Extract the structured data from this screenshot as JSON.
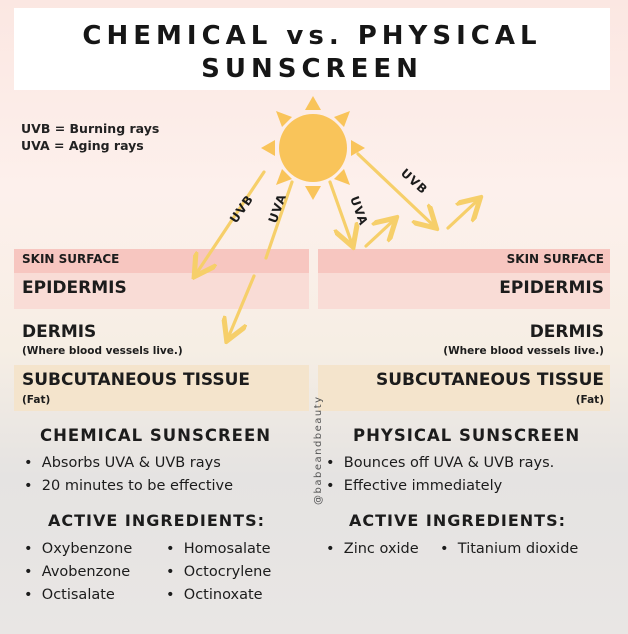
{
  "title": {
    "line1": "CHEMICAL vs. PHYSICAL",
    "line2": "SUNSCREEN"
  },
  "legend": {
    "uvb": "UVB = Burning rays",
    "uva": "UVA = Aging rays"
  },
  "rays": {
    "uvb_left": "UVB",
    "uva_left": "UVA",
    "uva_right": "UVA",
    "uvb_right": "UVB"
  },
  "layers": {
    "surface": "SKIN SURFACE",
    "epidermis": "EPIDERMIS",
    "dermis": "DERMIS",
    "dermis_note": "(Where blood vessels live.)",
    "subcutaneous": "SUBCUTANEOUS TISSUE",
    "subcutaneous_note": "(Fat)"
  },
  "handle": "@babeandbeauty",
  "chemical": {
    "heading": "CHEMICAL SUNSCREEN",
    "bullets": [
      "Absorbs UVA & UVB rays",
      "20 minutes to be effective"
    ],
    "ingredients_heading": "ACTIVE INGREDIENTS:",
    "ingredients": [
      "Oxybenzone",
      "Avobenzone",
      "Octisalate",
      "Homosalate",
      "Octocrylene",
      "Octinoxate"
    ]
  },
  "physical": {
    "heading": "PHYSICAL SUNSCREEN",
    "bullets": [
      "Bounces off UVA & UVB rays.",
      "Effective immediately"
    ],
    "ingredients_heading": "ACTIVE INGREDIENTS:",
    "ingredients": [
      "Zinc oxide",
      "Titanium dioxide"
    ]
  },
  "colors": {
    "sun": "#f9c45a",
    "ray_arrow": "#f6cf6a",
    "surface_band": "#f7c6c0",
    "epidermis_band": "#f9dcd6",
    "subcutaneous_band": "#f4e4cc"
  }
}
